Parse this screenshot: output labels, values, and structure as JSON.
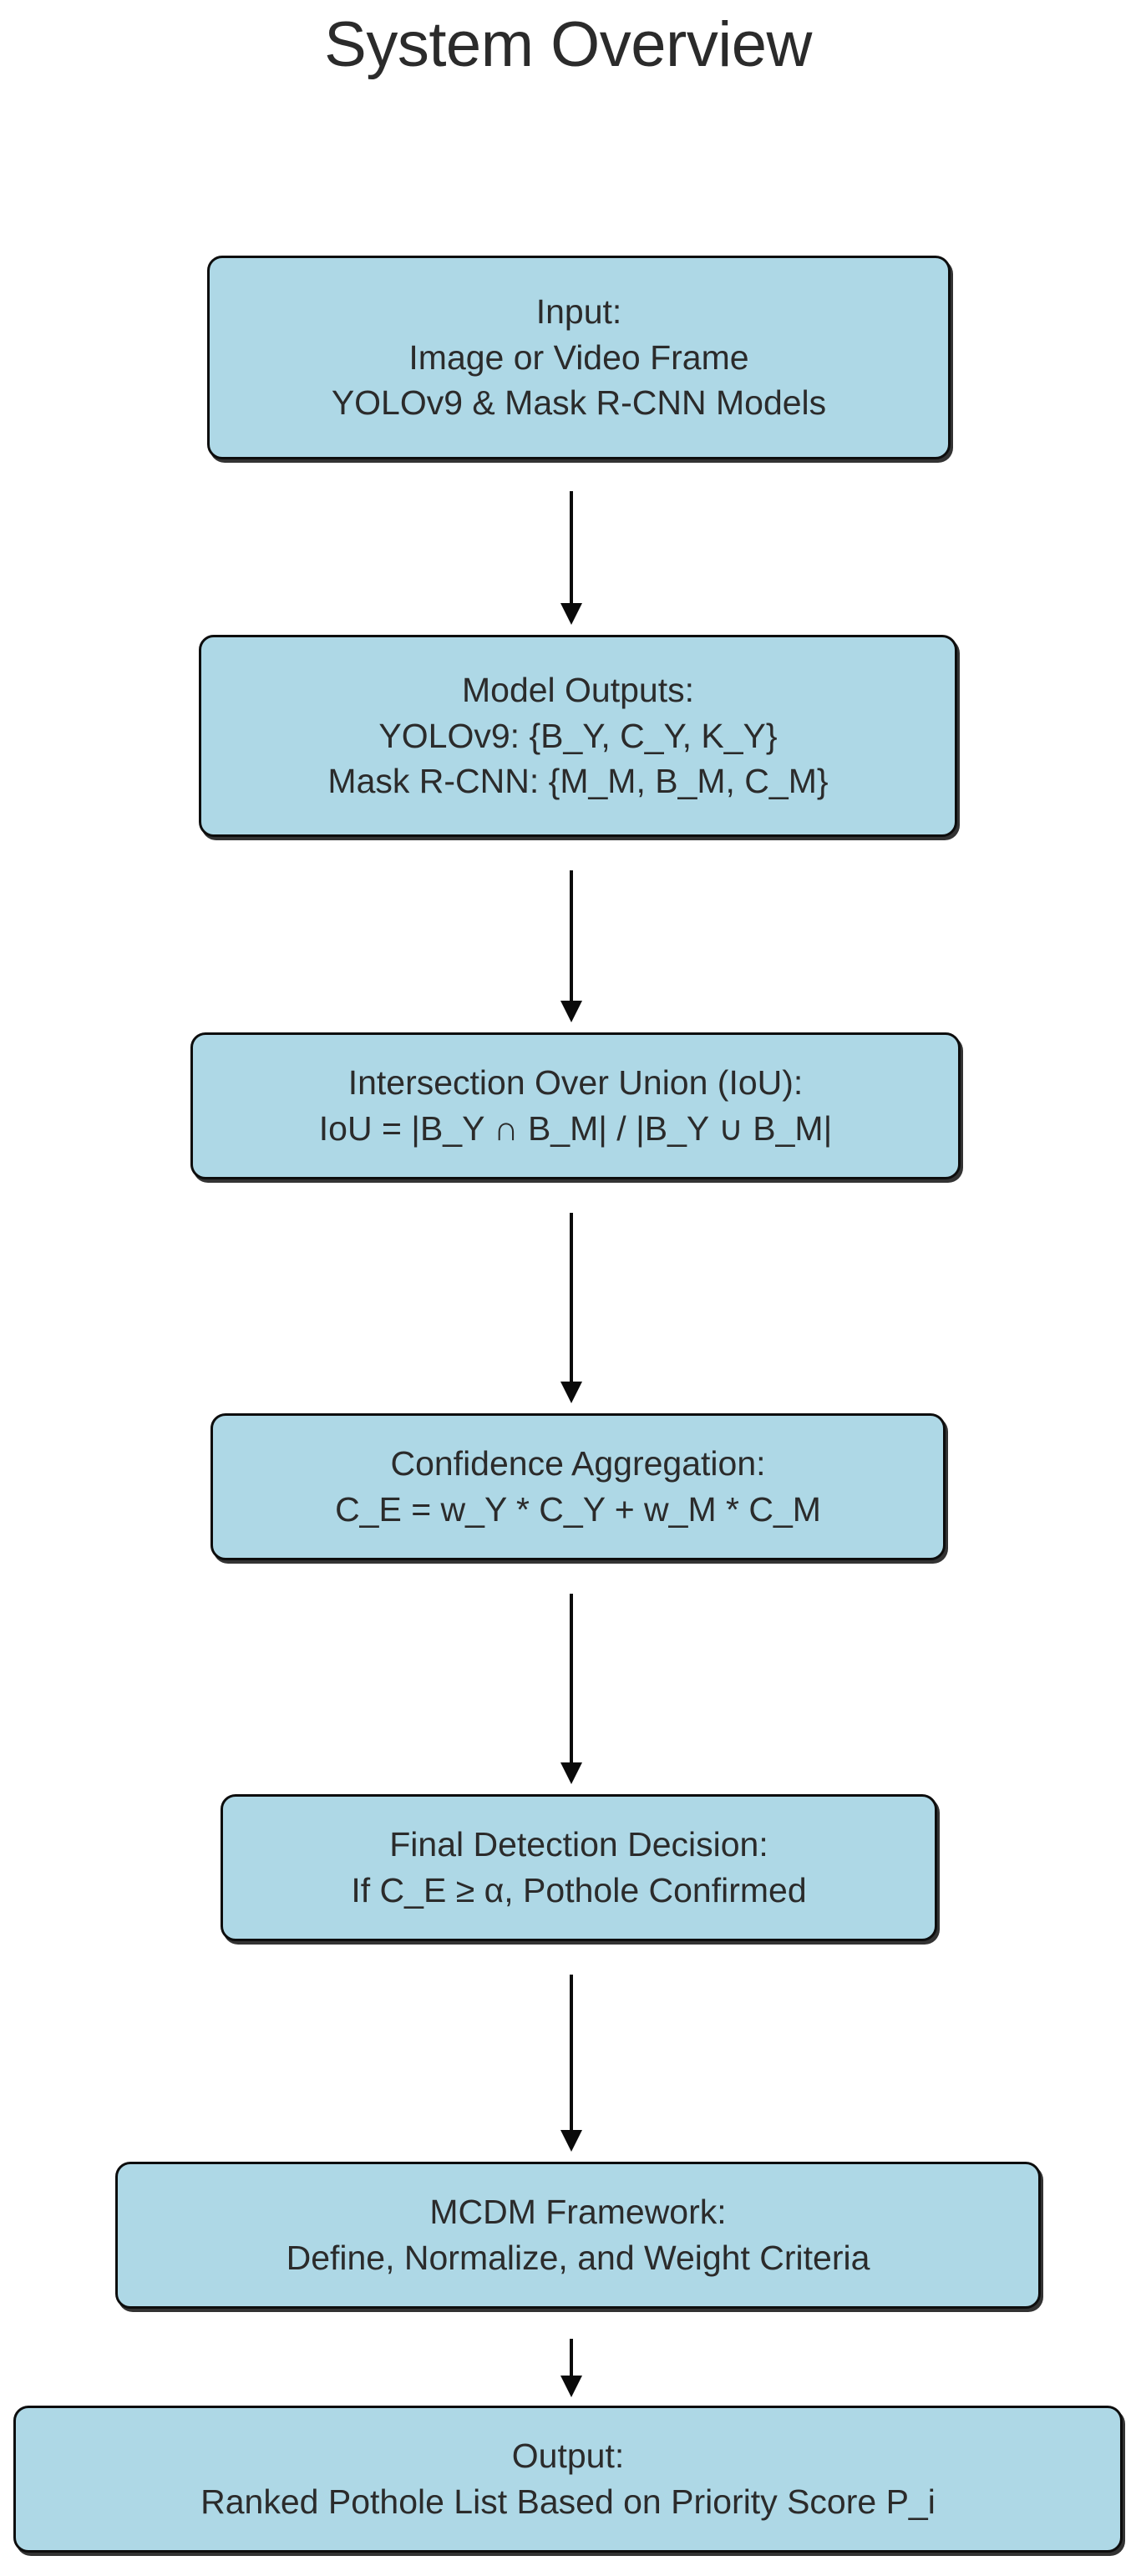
{
  "title": "System Overview",
  "colors": {
    "node_fill": "#aed8e6",
    "node_border": "#0d0d0d",
    "text": "#2b2b2b",
    "arrow": "#0a0a0a",
    "background": "#ffffff"
  },
  "chart_data": {
    "type": "diagram",
    "diagram_kind": "flowchart",
    "orientation": "top-to-bottom",
    "title": "System Overview",
    "nodes": [
      {
        "id": "input",
        "shape": "rounded-rectangle",
        "lines": [
          "Input:",
          "Image or Video Frame",
          "YOLOv9 & Mask R-CNN Models"
        ]
      },
      {
        "id": "model-outputs",
        "shape": "rounded-rectangle",
        "lines": [
          "Model Outputs:",
          "YOLOv9: {B_Y, C_Y, K_Y}",
          "Mask R-CNN: {M_M, B_M, C_M}"
        ]
      },
      {
        "id": "iou",
        "shape": "rounded-rectangle",
        "lines": [
          "Intersection Over Union (IoU):",
          "IoU = |B_Y ∩ B_M| / |B_Y ∪ B_M|"
        ]
      },
      {
        "id": "confidence-aggregation",
        "shape": "rounded-rectangle",
        "lines": [
          "Confidence Aggregation:",
          "C_E = w_Y * C_Y + w_M * C_M"
        ]
      },
      {
        "id": "final-detection-decision",
        "shape": "rounded-rectangle",
        "lines": [
          "Final Detection Decision:",
          "If C_E ≥ α, Pothole Confirmed"
        ]
      },
      {
        "id": "mcdm-framework",
        "shape": "rounded-rectangle",
        "lines": [
          "MCDM Framework:",
          "Define, Normalize, and Weight Criteria"
        ]
      },
      {
        "id": "output",
        "shape": "rounded-rectangle",
        "lines": [
          "Output:",
          "Ranked Pothole List Based on Priority Score P_i"
        ]
      }
    ],
    "edges": [
      {
        "from": "input",
        "to": "model-outputs",
        "style": "solid-arrow",
        "label": ""
      },
      {
        "from": "model-outputs",
        "to": "iou",
        "style": "solid-arrow",
        "label": ""
      },
      {
        "from": "iou",
        "to": "confidence-aggregation",
        "style": "solid-arrow",
        "label": ""
      },
      {
        "from": "confidence-aggregation",
        "to": "final-detection-decision",
        "style": "solid-arrow",
        "label": ""
      },
      {
        "from": "final-detection-decision",
        "to": "mcdm-framework",
        "style": "solid-arrow",
        "label": ""
      },
      {
        "from": "mcdm-framework",
        "to": "output",
        "style": "solid-arrow",
        "label": ""
      }
    ]
  }
}
